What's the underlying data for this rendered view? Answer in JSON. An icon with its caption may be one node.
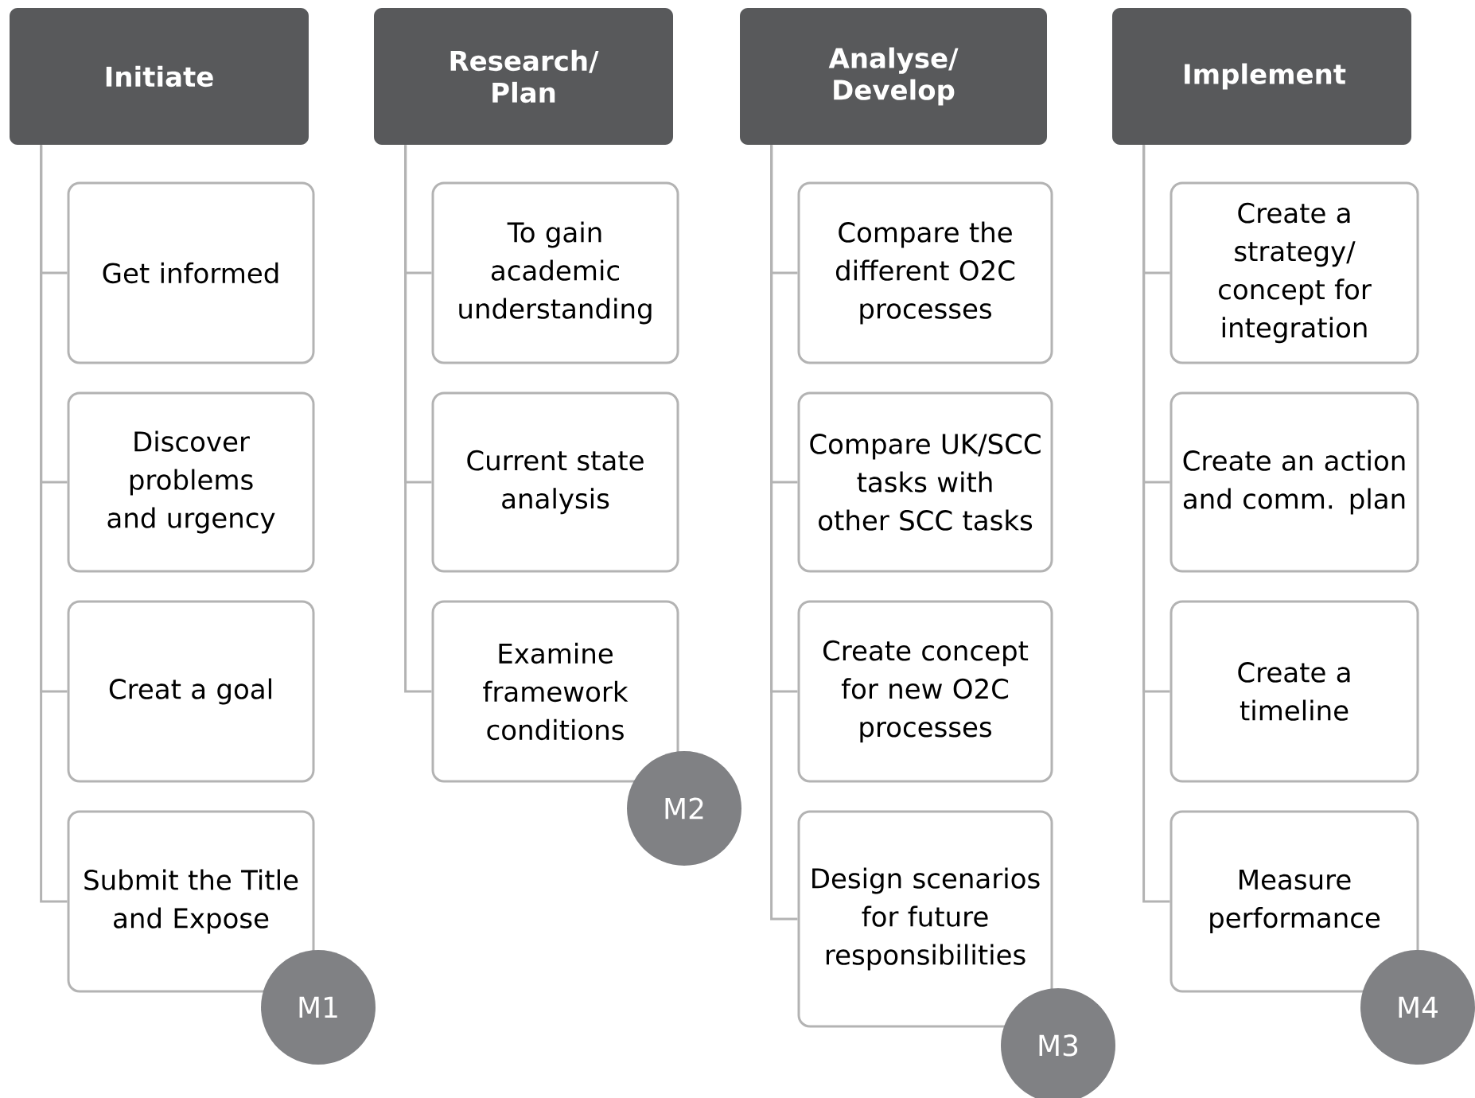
{
  "diagram": {
    "nodes": [
      {
        "text": [
          "Initiate"
        ]
      },
      {
        "text": [
          "Get informed"
        ]
      },
      {
        "text": [
          "Discover problems and urgency"
        ]
      },
      {
        "text": [
          "Creat a goal"
        ]
      },
      {
        "text": [
          "Submit the Title and Expose"
        ]
      },
      {
        "text": [
          "M1"
        ]
      },
      {
        "text": [
          "Research/ Plan"
        ]
      },
      {
        "text": [
          "To gain academic understanding"
        ]
      },
      {
        "text": [
          "Current state analysis"
        ]
      },
      {
        "text": [
          "Examine framework conditions"
        ]
      },
      {
        "text": [
          "M2"
        ]
      },
      {
        "text": [
          "Analyse/ Develop"
        ]
      },
      {
        "text": [
          "Compare the different O2C processes"
        ]
      },
      {
        "text": [
          "Compare UK/SCC tasks with other SCC tasks"
        ]
      },
      {
        "text": [
          "Create concept for new O2C processes"
        ]
      },
      {
        "text": [
          "Design scenarios for future responsibilities"
        ]
      },
      {
        "text": [
          "M3"
        ]
      },
      {
        "text": [
          "Implement"
        ]
      },
      {
        "text": [
          "Create a strategy/ concept for integration"
        ]
      },
      {
        "text": [
          "Create an action and comm. plan"
        ]
      },
      {
        "text": [
          "Create a timeline"
        ]
      },
      {
        "text": [
          "Measure performance"
        ]
      },
      {
        "text": [
          "M4"
        ]
      }
    ],
    "edges": [
      {
        "from": 0,
        "to": 1,
        "arrow": "none"
      },
      {
        "from": 0,
        "to": 2,
        "arrow": "none"
      },
      {
        "from": 0,
        "to": 3,
        "arrow": "none"
      },
      {
        "from": 0,
        "to": 4,
        "arrow": "none"
      },
      {
        "from": 6,
        "to": 7,
        "arrow": "none"
      },
      {
        "from": 6,
        "to": 8,
        "arrow": "none"
      },
      {
        "from": 6,
        "to": 9,
        "arrow": "none"
      },
      {
        "from": 11,
        "to": 12,
        "arrow": "none"
      },
      {
        "from": 11,
        "to": 13,
        "arrow": "none"
      },
      {
        "from": 11,
        "to": 14,
        "arrow": "none"
      },
      {
        "from": 11,
        "to": 15,
        "arrow": "none"
      },
      {
        "from": 17,
        "to": 18,
        "arrow": "none"
      },
      {
        "from": 17,
        "to": 19,
        "arrow": "none"
      },
      {
        "from": 17,
        "to": 20,
        "arrow": "none"
      },
      {
        "from": 17,
        "to": 21,
        "arrow": "none"
      }
    ]
  }
}
